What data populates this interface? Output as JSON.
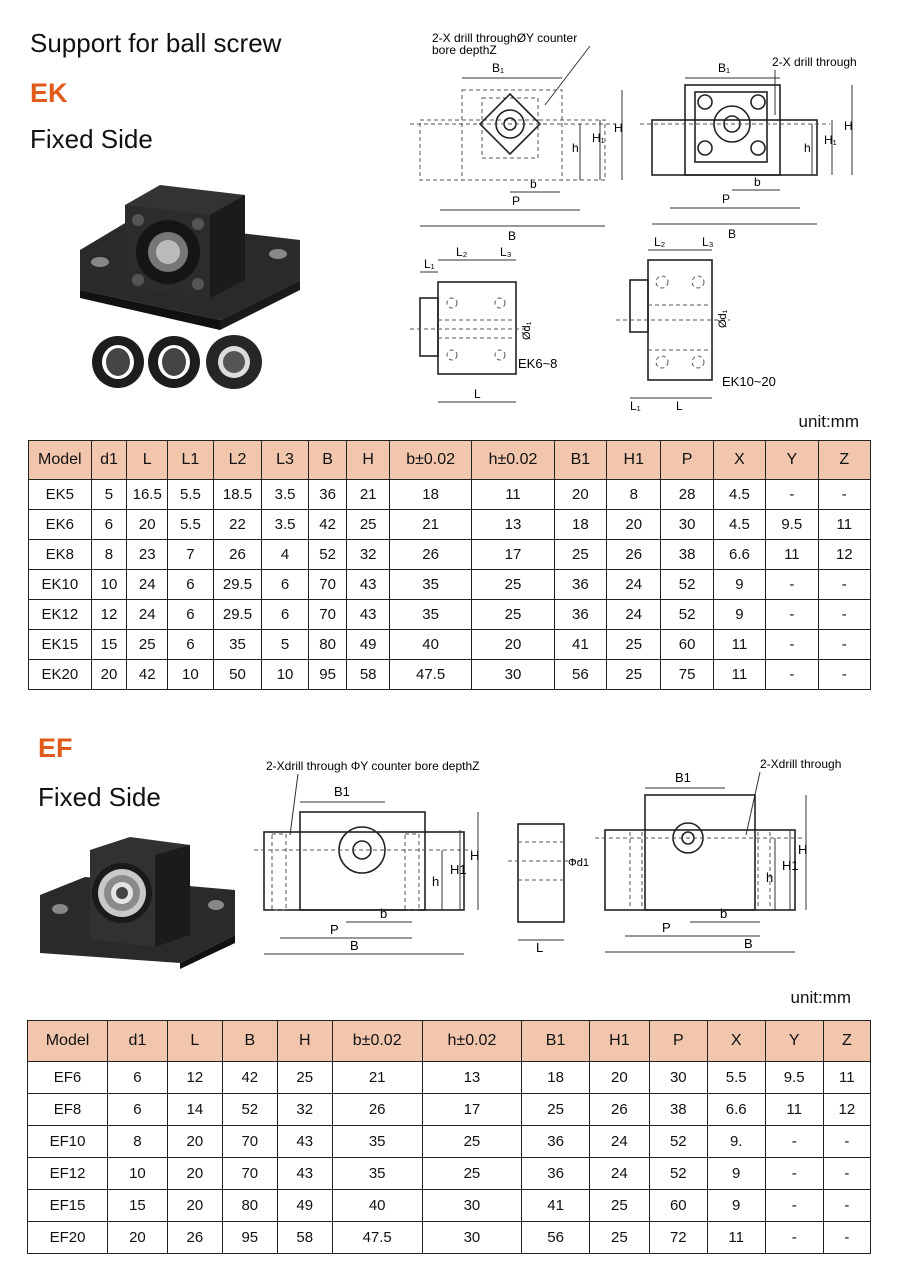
{
  "header": {
    "title": "Support for ball screw"
  },
  "ek": {
    "code": "EK",
    "subtitle": "Fixed Side",
    "unit": "unit:mm",
    "drawing": {
      "note_left": [
        "2-X drill throughØY counter",
        "bore depthZ"
      ],
      "note_right": "2-X drill through",
      "dims": {
        "B1": "B₁",
        "H": "H",
        "H1": "H₁",
        "h": "h",
        "b": "b",
        "P": "P",
        "B": "B",
        "L1": "L₁",
        "L2": "L₂",
        "L3": "L₃",
        "L": "L",
        "d1": "Ød₁"
      },
      "label_small": "EK6~8",
      "label_large": "EK10~20"
    },
    "table": {
      "headers": [
        "Model",
        "d1",
        "L",
        "L1",
        "L2",
        "L3",
        "B",
        "H",
        "b±0.02",
        "h±0.02",
        "B1",
        "H1",
        "P",
        "X",
        "Y",
        "Z"
      ],
      "rows": [
        [
          "EK5",
          "5",
          "16.5",
          "5.5",
          "18.5",
          "3.5",
          "36",
          "21",
          "18",
          "11",
          "20",
          "8",
          "28",
          "4.5",
          "-",
          "-"
        ],
        [
          "EK6",
          "6",
          "20",
          "5.5",
          "22",
          "3.5",
          "42",
          "25",
          "21",
          "13",
          "18",
          "20",
          "30",
          "4.5",
          "9.5",
          "11"
        ],
        [
          "EK8",
          "8",
          "23",
          "7",
          "26",
          "4",
          "52",
          "32",
          "26",
          "17",
          "25",
          "26",
          "38",
          "6.6",
          "11",
          "12"
        ],
        [
          "EK10",
          "10",
          "24",
          "6",
          "29.5",
          "6",
          "70",
          "43",
          "35",
          "25",
          "36",
          "24",
          "52",
          "9",
          "-",
          "-"
        ],
        [
          "EK12",
          "12",
          "24",
          "6",
          "29.5",
          "6",
          "70",
          "43",
          "35",
          "25",
          "36",
          "24",
          "52",
          "9",
          "-",
          "-"
        ],
        [
          "EK15",
          "15",
          "25",
          "6",
          "35",
          "5",
          "80",
          "49",
          "40",
          "20",
          "41",
          "25",
          "60",
          "11",
          "-",
          "-"
        ],
        [
          "EK20",
          "20",
          "42",
          "10",
          "50",
          "10",
          "95",
          "58",
          "47.5",
          "30",
          "56",
          "25",
          "75",
          "11",
          "-",
          "-"
        ]
      ]
    }
  },
  "ef": {
    "code": "EF",
    "subtitle": "Fixed Side",
    "unit": "unit:mm",
    "drawing": {
      "note_left": "2-Xdrill through ΦY counter bore depthZ",
      "note_right": "2-Xdrill through",
      "dims": {
        "B1": "B1",
        "H": "H",
        "H1": "H1",
        "h": "h",
        "b": "b",
        "P": "P",
        "B": "B",
        "L": "L",
        "d1": "Φd1"
      }
    },
    "table": {
      "headers": [
        "Model",
        "d1",
        "L",
        "B",
        "H",
        "b±0.02",
        "h±0.02",
        "B1",
        "H1",
        "P",
        "X",
        "Y",
        "Z"
      ],
      "rows": [
        [
          "EF6",
          "6",
          "12",
          "42",
          "25",
          "21",
          "13",
          "18",
          "20",
          "30",
          "5.5",
          "9.5",
          "11"
        ],
        [
          "EF8",
          "6",
          "14",
          "52",
          "32",
          "26",
          "17",
          "25",
          "26",
          "38",
          "6.6",
          "11",
          "12"
        ],
        [
          "EF10",
          "8",
          "20",
          "70",
          "43",
          "35",
          "25",
          "36",
          "24",
          "52",
          "9.",
          "-",
          "-"
        ],
        [
          "EF12",
          "10",
          "20",
          "70",
          "43",
          "35",
          "25",
          "36",
          "24",
          "52",
          "9",
          "-",
          "-"
        ],
        [
          "EF15",
          "15",
          "20",
          "80",
          "49",
          "40",
          "30",
          "41",
          "25",
          "60",
          "9",
          "-",
          "-"
        ],
        [
          "EF20",
          "20",
          "26",
          "95",
          "58",
          "47.5",
          "30",
          "56",
          "25",
          "72",
          "11",
          "-",
          "-"
        ]
      ]
    }
  }
}
